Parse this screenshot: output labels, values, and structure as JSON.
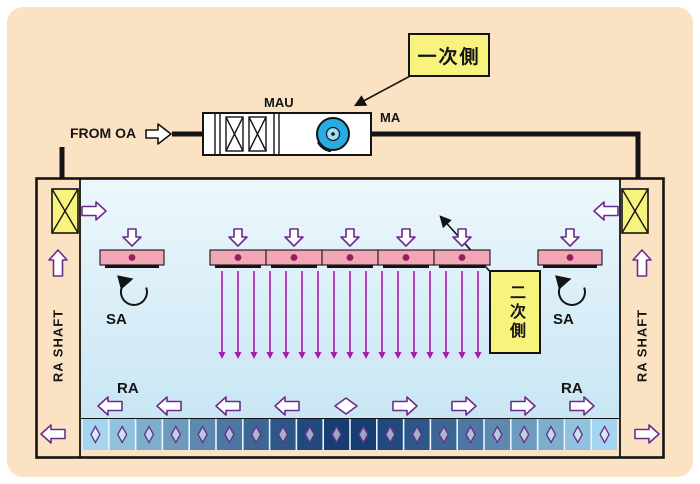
{
  "meta": {
    "description": "Cleanroom HVAC airflow schematic (primary / secondary side)"
  },
  "labels": {
    "from_oa": "FROM OA",
    "mau": "MAU",
    "ma": "MA",
    "primary_side": "一次側",
    "secondary_side": "二次側",
    "sa": "SA",
    "ra": "RA",
    "ra_shaft": "RA SHAFT"
  },
  "icons": {
    "mau_fan": "blower-circle-icon",
    "shaft_fan": "crossed-box-fan-icon",
    "sa_swirl": "circulation-arrow-icon",
    "flow_arrows": "outline-block-arrow-icon"
  },
  "colors": {
    "canvas_bg": "#FFFFFF",
    "panel_bg": "#FBE2C3",
    "line": "#141414",
    "room_fill_top": "#EDF7FC",
    "room_fill_bottom": "#C9E6F4",
    "ffu_pink": "#F2A6B6",
    "ffu_hub": "#93205C",
    "accent_yellow": "#F8F37C",
    "outline_arrow_stroke": "#6B2D8B",
    "outline_arrow_fill": "#FFFFFF",
    "supply_arrow": "#A21CAF",
    "fan_blue": "#29ABE2",
    "fan_blue_light": "#9FDEF7",
    "tile_edge": "#A3D6EE",
    "tile_center": "#123A70",
    "tile_gap": "#E8F4FB"
  },
  "diagram": {
    "supply_arrow_count": 17,
    "floor_tile_count": 20,
    "center_ffu_count": 5,
    "ceiling_arrow_count": 7
  }
}
